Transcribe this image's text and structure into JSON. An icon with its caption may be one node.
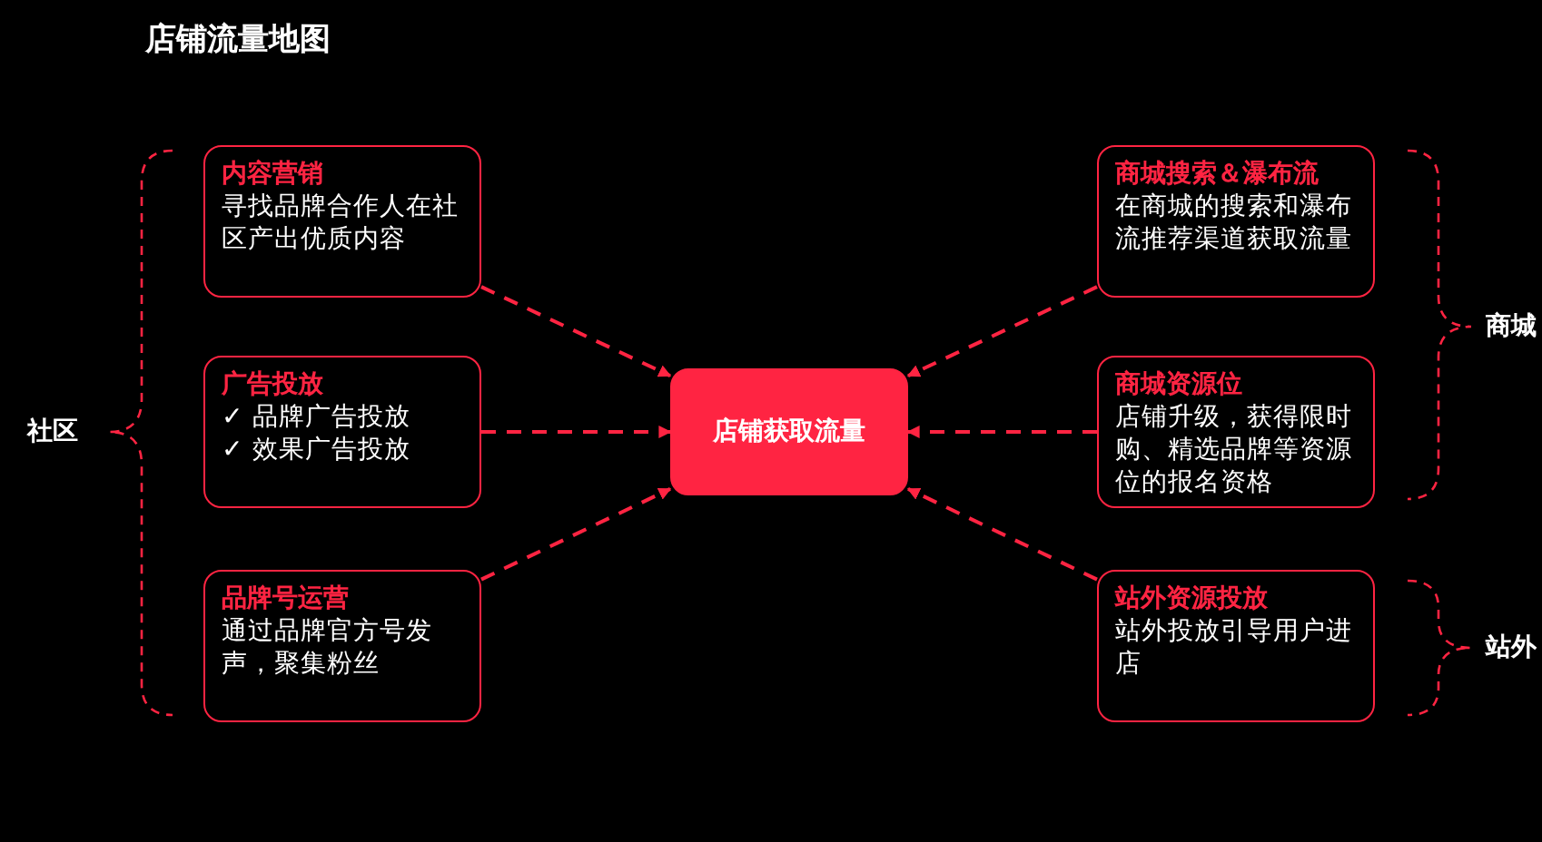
{
  "diagram": {
    "title": "店铺流量地图",
    "nodes": [
      {
        "text": [
          "内容营销",
          "寻找品牌合作人在社区产出优质内容"
        ]
      },
      {
        "text": [
          "广告投放",
          "✓ 品牌广告投放",
          "✓ 效果广告投放"
        ]
      },
      {
        "text": [
          "品牌号运营",
          "通过品牌官方号发声，聚集粉丝"
        ]
      },
      {
        "text": [
          "店铺获取流量"
        ]
      },
      {
        "text": [
          "商城搜索＆瀑布流",
          "在商城的搜索和瀑布流推荐渠道获取流量"
        ]
      },
      {
        "text": [
          "商城资源位",
          "店铺升级，获得限时购、精选品牌等资源位的报名资格"
        ]
      },
      {
        "text": [
          "站外资源投放",
          "站外投放引导用户进店"
        ]
      }
    ],
    "edges": [
      {
        "from": 0,
        "to": 3,
        "arrow": "to",
        "style": "dashed"
      },
      {
        "from": 1,
        "to": 3,
        "arrow": "to",
        "style": "dashed"
      },
      {
        "from": 2,
        "to": 3,
        "arrow": "to",
        "style": "dashed"
      },
      {
        "from": 4,
        "to": 3,
        "arrow": "to",
        "style": "dashed"
      },
      {
        "from": 5,
        "to": 3,
        "arrow": "to",
        "style": "dashed"
      },
      {
        "from": 6,
        "to": 3,
        "arrow": "to",
        "style": "dashed"
      }
    ],
    "labels": [
      "社区",
      "商城",
      "站外"
    ]
  }
}
